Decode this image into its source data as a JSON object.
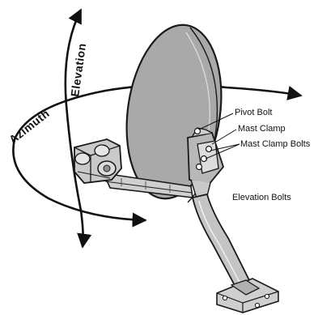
{
  "labels": {
    "pivot_bolt": "Pivot Bolt",
    "mast_clamp": "Mast Clamp",
    "mast_clamp_bolts": "Mast Clamp Bolts",
    "elevation_bolts": "Elevation Bolts",
    "azimuth": "Azimuth",
    "elevation": "Elevation"
  },
  "colors": {
    "dish_fill": "#a9a9a9",
    "outline": "#1a1a1a",
    "metal_light": "#cfcfcf",
    "metal_mid": "#b8b8b8",
    "metal_dark": "#8f8f8f"
  }
}
